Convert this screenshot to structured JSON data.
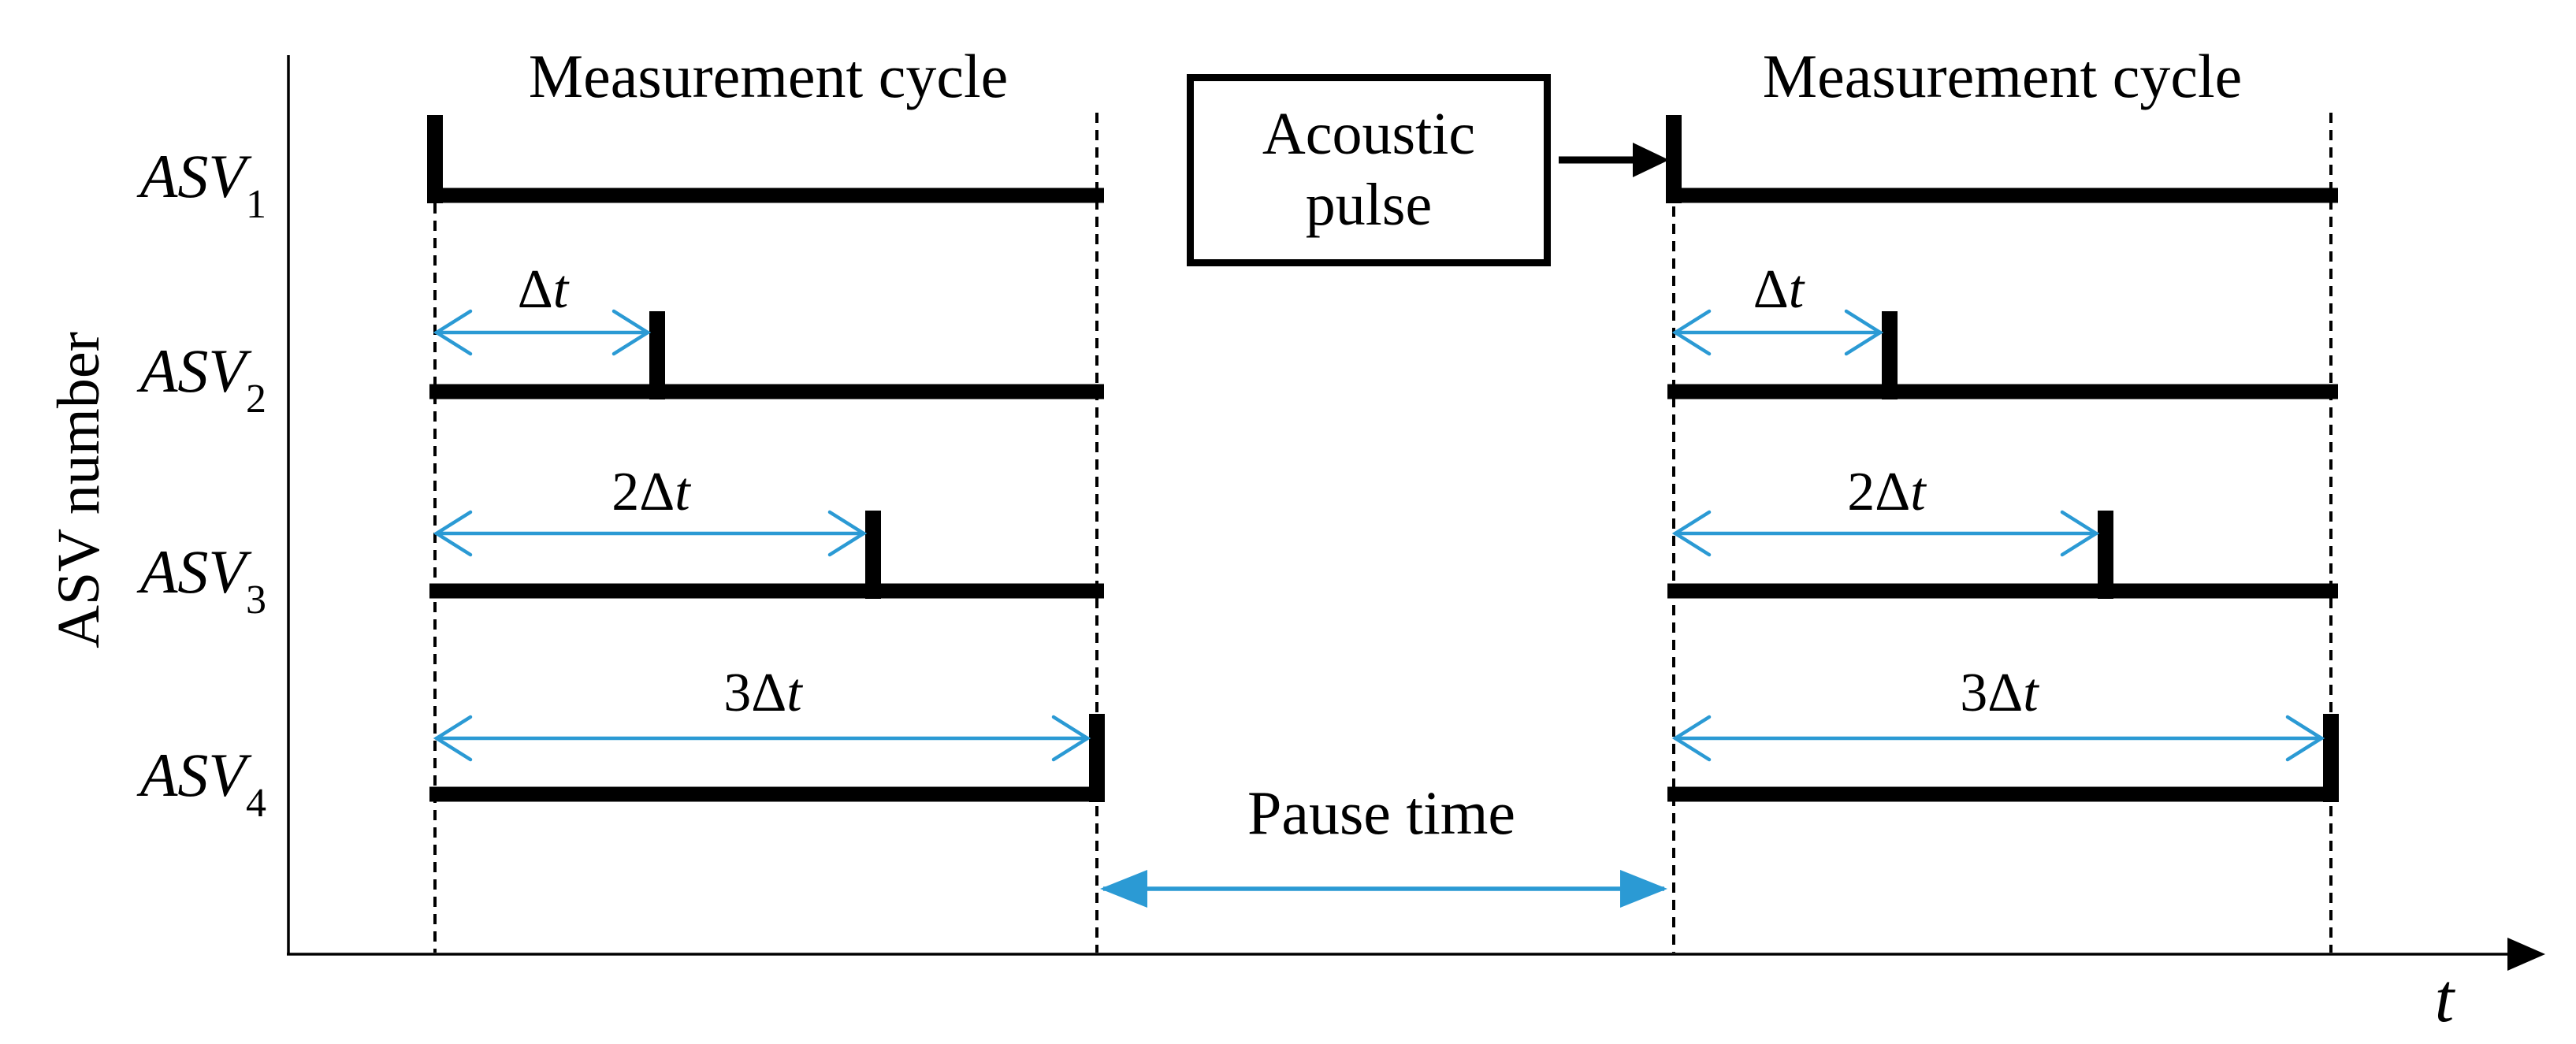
{
  "figure": {
    "type": "timing-diagram",
    "title_left": "Measurement cycle",
    "title_right": "Measurement cycle",
    "acoustic_box_label": "Acoustic pulse",
    "pause_label": "Pause time",
    "axes": {
      "y_label": "ASV number",
      "x_label": "t"
    },
    "time_symbol": "t",
    "rows": [
      {
        "label_base": "ASV",
        "label_sub": "1",
        "delay_prefix": ""
      },
      {
        "label_base": "ASV",
        "label_sub": "2",
        "delay_prefix": "Δ"
      },
      {
        "label_base": "ASV",
        "label_sub": "3",
        "delay_prefix": "2Δ"
      },
      {
        "label_base": "ASV",
        "label_sub": "4",
        "delay_prefix": "3Δ"
      }
    ],
    "colors": {
      "ink": "#000000",
      "accent_blue": "#2B9AD4"
    },
    "semantics": {
      "description": "Four ASVs emit acoustic pulses staggered by Δt within each measurement cycle; two cycles separated by a pause time.",
      "cycles": 2,
      "delays_in_dt_units": [
        0,
        1,
        2,
        3
      ]
    }
  }
}
